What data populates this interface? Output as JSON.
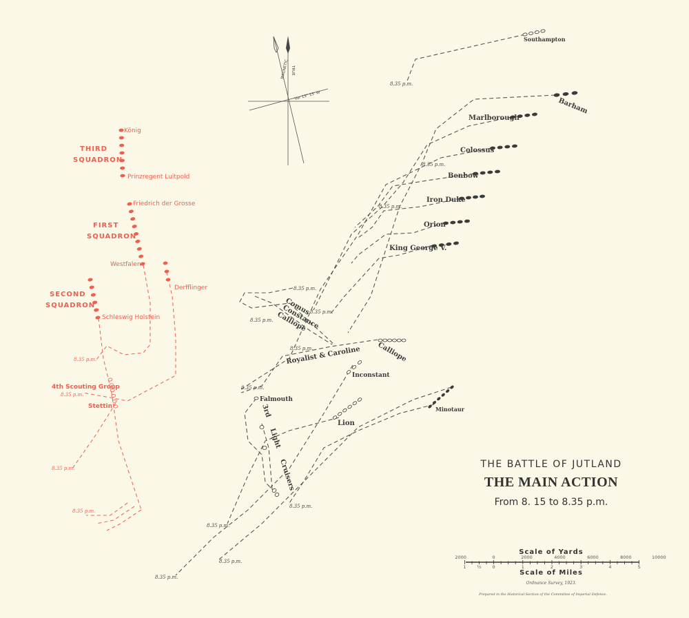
{
  "title": {
    "line1": "THE BATTLE OF JUTLAND",
    "line2": "THE MAIN ACTION",
    "line3": "From 8. 15 to 8.35 p.m."
  },
  "compass": {
    "magnetic": "MAGNETIC",
    "true": "TRUE",
    "variation": "Var 13° 15' W"
  },
  "scale": {
    "yards_title": "Scale of Yards",
    "miles_title": "Scale of Miles",
    "yards_ticks": [
      "2000",
      "0",
      "2000",
      "4000",
      "6000",
      "8000",
      "10000"
    ],
    "miles_ticks": [
      "1",
      "½",
      "0",
      "1",
      "2",
      "3",
      "4",
      "5"
    ]
  },
  "credits": {
    "survey": "Ordnance Survey, 1923.",
    "prepared": "Prepared in the Historical Section of the Committee of Imperial Defence."
  },
  "british_ships": {
    "southampton": "Southampton",
    "barham": "Barham",
    "marlborough": "Marlborough",
    "colossus": "Colossus",
    "benbow": "Benbow",
    "iron_duke": "Iron Duke",
    "orion": "Orion",
    "king_george": "King George V.",
    "comus": "Comus",
    "constance": "Constance",
    "calliope_1": "Calliope",
    "calliope_2": "Calliope",
    "royalist": "Royalist & Caroline",
    "inconstant": "Inconstant",
    "falmouth": "Falmouth",
    "light_cruisers": "3rd Light Cruisers",
    "lion": "Lion",
    "minotaur": "Minotaur"
  },
  "german_ships": {
    "konig": "König",
    "third_squadron_1": "THIRD",
    "third_squadron_2": "SQUADRON",
    "prinzregent": "Prinzregent Luitpold",
    "friedrich": "Friedrich der Grosse",
    "first_squadron_1": "FIRST",
    "first_squadron_2": "SQUADRON",
    "westfalen": "Westfalen",
    "derfflinger": "Derfflinger",
    "second_squadron_1": "SECOND",
    "second_squadron_2": "SQUADRON",
    "schleswig": "Schleswig Holstein",
    "scouting": "4th Scouting Group",
    "stettin": "Stettin"
  },
  "time_label": "8.35 p.m.",
  "colors": {
    "background": "#fbf8e7",
    "british": "#3b3b3b",
    "german": "#ef5f4f"
  }
}
